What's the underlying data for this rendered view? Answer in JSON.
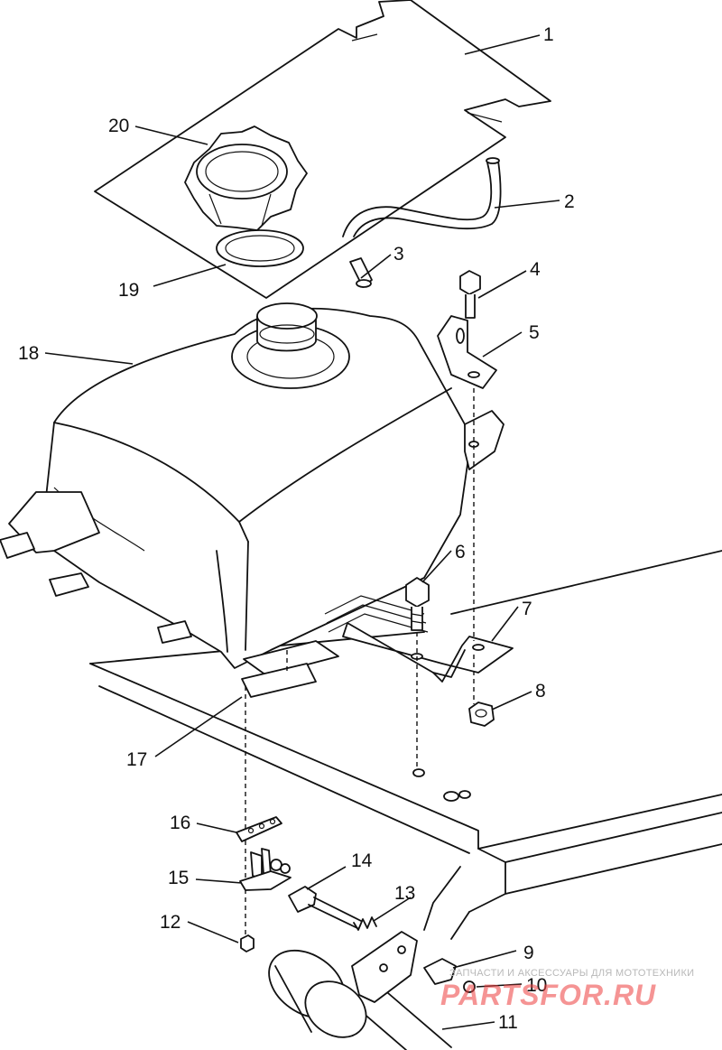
{
  "callouts": [
    {
      "id": "1",
      "text": "1"
    },
    {
      "id": "2",
      "text": "2"
    },
    {
      "id": "3",
      "text": "3"
    },
    {
      "id": "4",
      "text": "4"
    },
    {
      "id": "5",
      "text": "5"
    },
    {
      "id": "6",
      "text": "6"
    },
    {
      "id": "7",
      "text": "7"
    },
    {
      "id": "8",
      "text": "8"
    },
    {
      "id": "9",
      "text": "9"
    },
    {
      "id": "10",
      "text": "10"
    },
    {
      "id": "11",
      "text": "11"
    },
    {
      "id": "12",
      "text": "12"
    },
    {
      "id": "13",
      "text": "13"
    },
    {
      "id": "14",
      "text": "14"
    },
    {
      "id": "15",
      "text": "15"
    },
    {
      "id": "16",
      "text": "16"
    },
    {
      "id": "17",
      "text": "17"
    },
    {
      "id": "18",
      "text": "18"
    },
    {
      "id": "19",
      "text": "19"
    },
    {
      "id": "20",
      "text": "20"
    }
  ],
  "watermark": {
    "tagline": "ЗАПЧАСТИ И АКСЕССУАРЫ ДЛЯ МОТОТЕХНИКИ",
    "brand": "PARTSFOR.RU",
    "brand_color": "#ee3d3d"
  }
}
